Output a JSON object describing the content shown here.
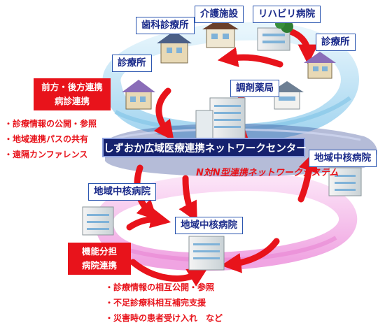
{
  "facilities": {
    "dental_clinic": "歯科診療所",
    "nursing_facility": "介護施設",
    "rehab_hospital": "リハビリ病院",
    "clinic_left": "診療所",
    "clinic_right": "診療所",
    "pharmacy": "調剤薬局",
    "regional_hospital_right": "地域中核病院",
    "regional_hospital_left": "地域中核病院",
    "regional_hospital_bottom": "地域中核病院"
  },
  "center": {
    "title": "しずおか広域医療連携ネットワークセンター"
  },
  "network_system_label": "N対N型連携ネットワークシステム",
  "top_linkage": {
    "lines": [
      "前方・後方連携",
      "病診連携"
    ],
    "bullets": [
      "・診療情報の公開・参照",
      "・地域連携パスの共有",
      "・遠隔カンファレンス"
    ]
  },
  "bottom_linkage": {
    "lines": [
      "機能分担",
      "病院連携"
    ],
    "bullets": [
      "・診療情報の相互公開・参照",
      "・不足診療科相互補完支援",
      "・災害時の患者受け入れ　など"
    ]
  },
  "colors": {
    "arrow_red": "#e8131b",
    "ring_top": "#bfe3f5",
    "ring_bottom": "#f5b8e8",
    "banner_bg": "#16226e",
    "label_border": "#2b56b0",
    "label_text": "#1a2a8a"
  }
}
